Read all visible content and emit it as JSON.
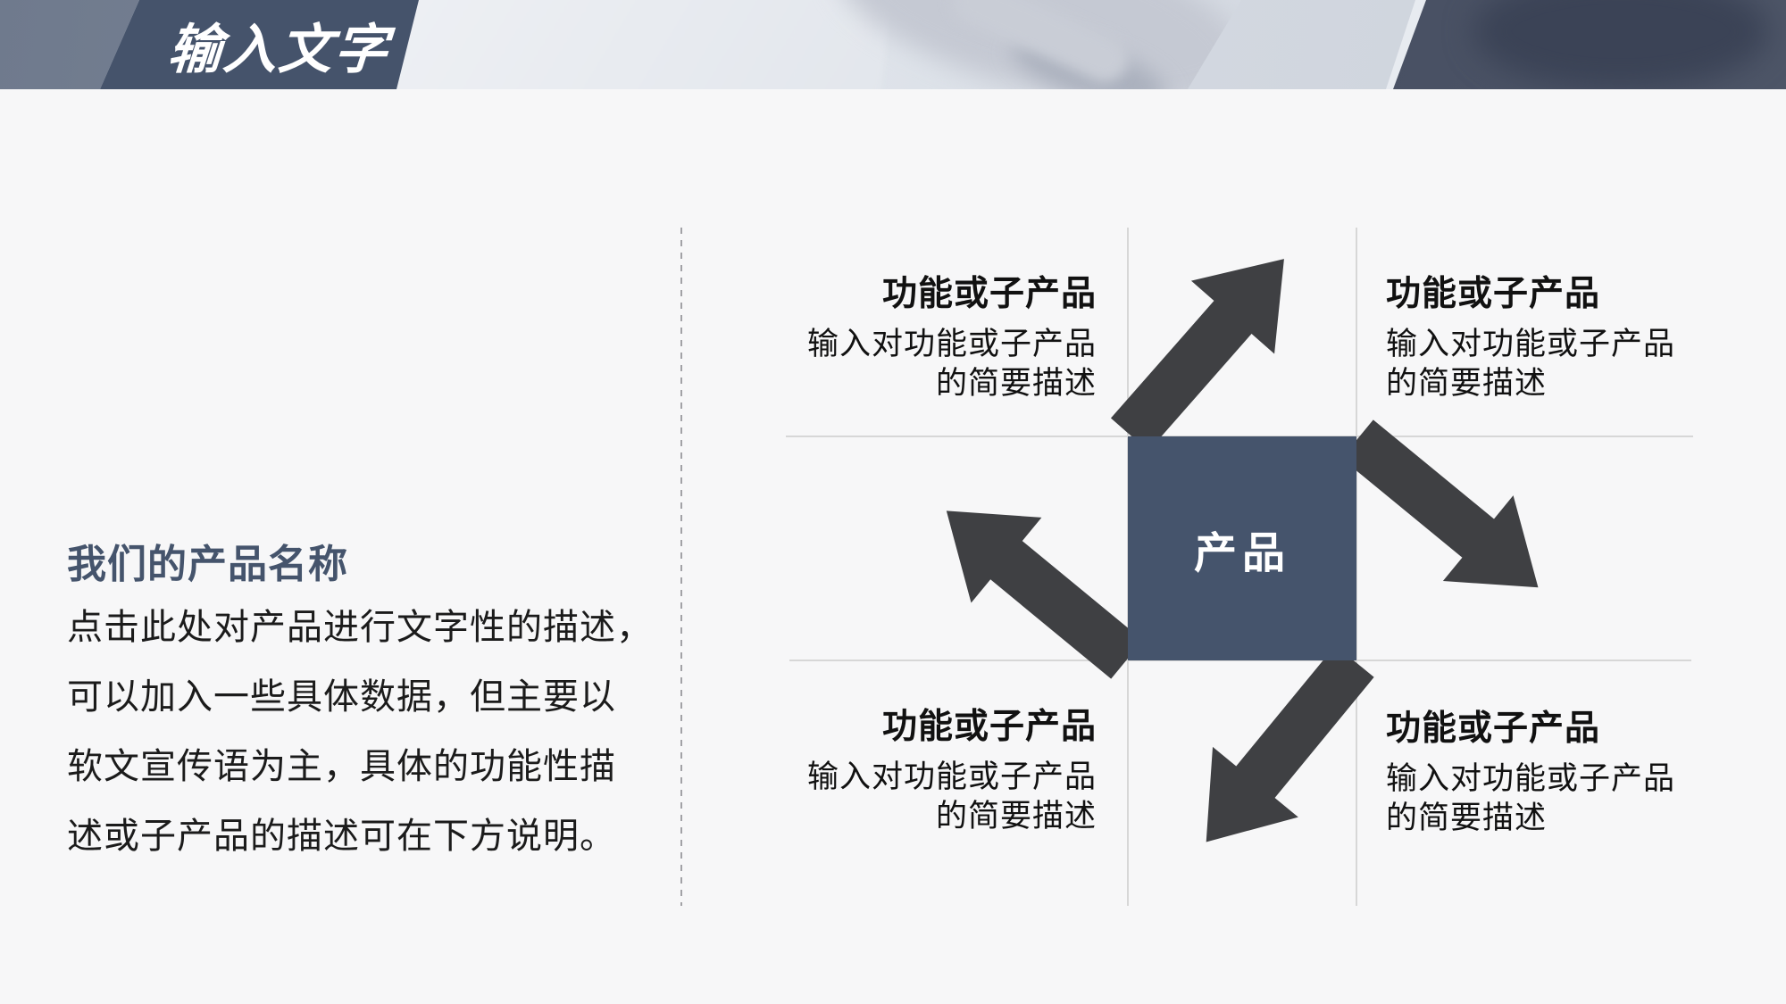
{
  "header": {
    "title": "输入文字",
    "colors": {
      "banner_dark": "#45536B",
      "banner_light": "#7E8899",
      "photo_dark_right": "#474F62"
    }
  },
  "left_panel": {
    "heading": "我们的产品名称",
    "paragraph": "点击此处对产品进行文字性的描述，\n可以加入一些具体数据，但主要以\n软文宣传语为主，具体的功能性描\n述或子产品的描述可在下方说明。"
  },
  "diagram": {
    "center_label": "产品",
    "quadrants": [
      {
        "position": "top-left",
        "title": "功能或子产品",
        "description": "输入对功能或子产品\n的简要描述"
      },
      {
        "position": "top-right",
        "title": "功能或子产品",
        "description": "输入对功能或子产品\n的简要描述"
      },
      {
        "position": "bottom-left",
        "title": "功能或子产品",
        "description": "输入对功能或子产品\n的简要描述"
      },
      {
        "position": "bottom-right",
        "title": "功能或子产品",
        "description": "输入对功能或子产品\n的简要描述"
      }
    ],
    "colors": {
      "center_bg": "#45546C",
      "arrow": "#3F4043",
      "grid_line": "#D7D7D7",
      "accent_slate": "#45546C"
    }
  }
}
